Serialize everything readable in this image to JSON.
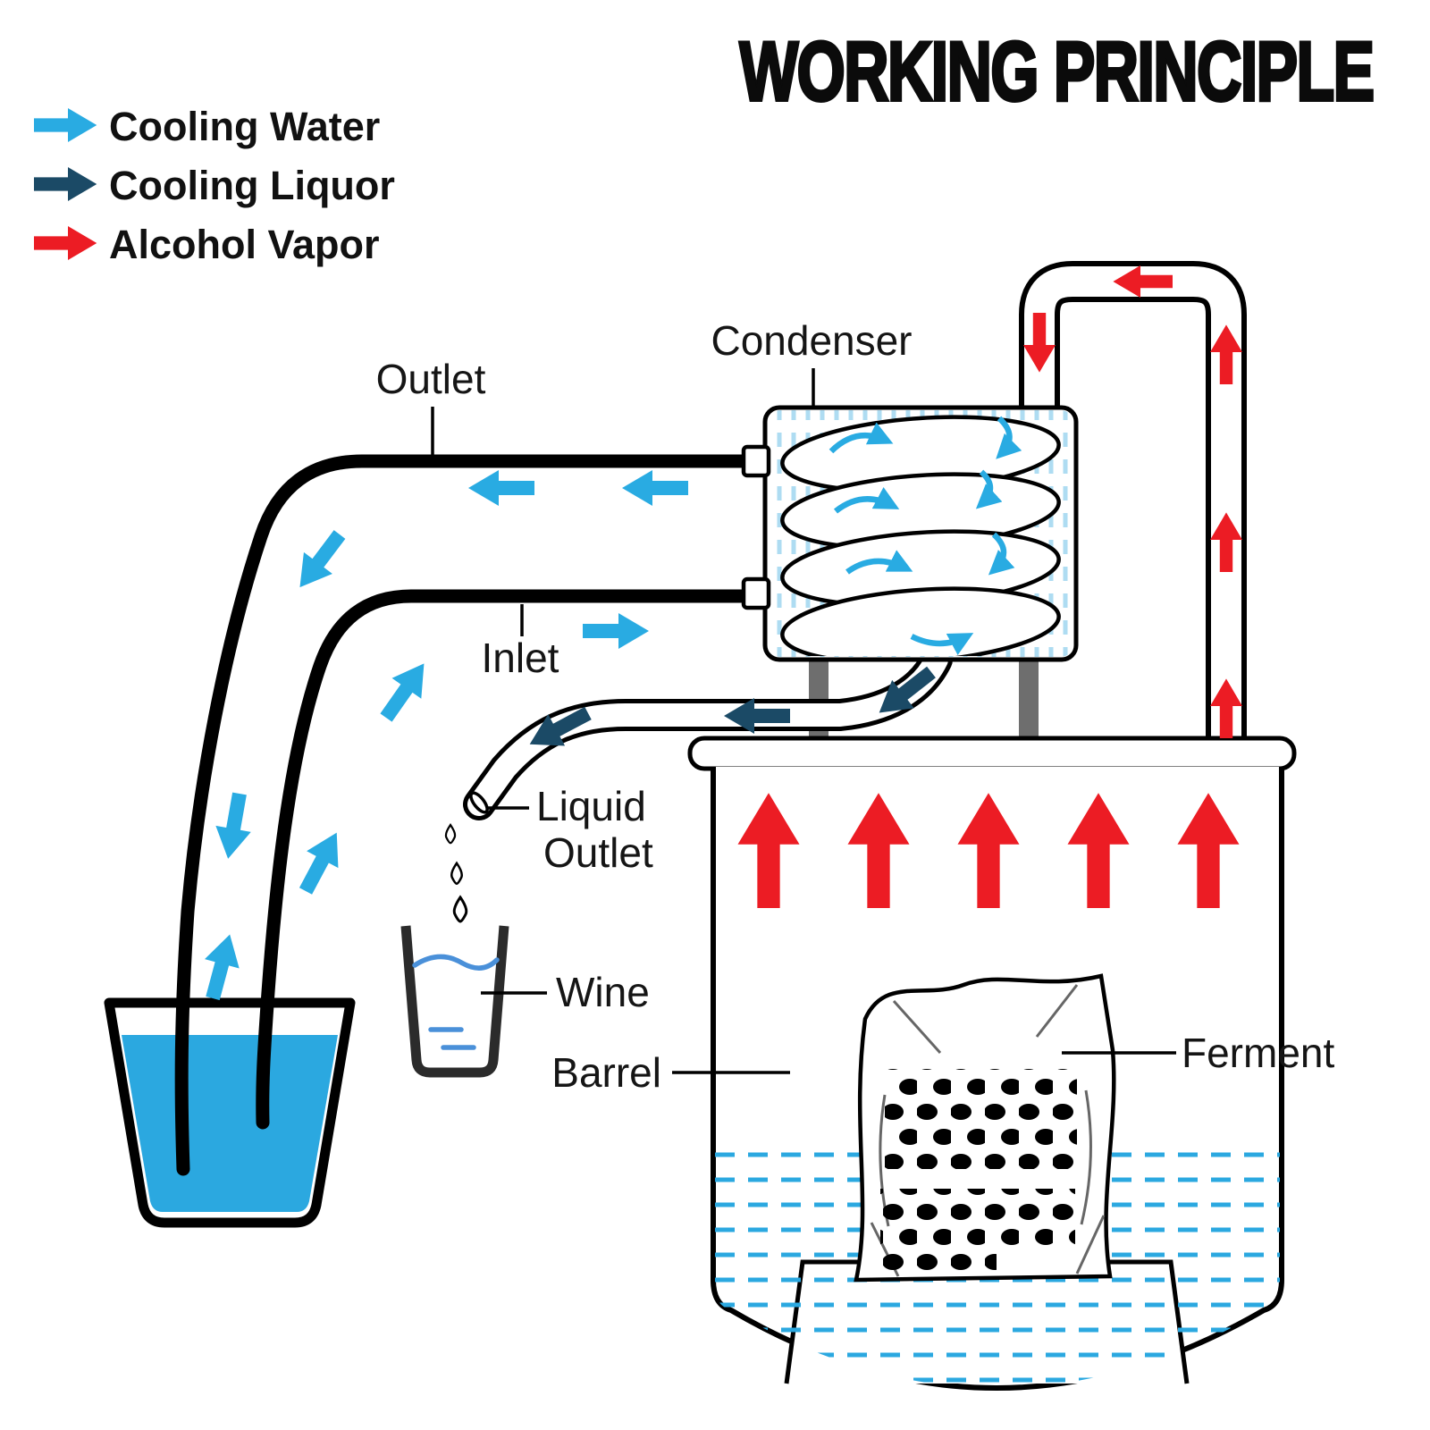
{
  "title": "WORKING PRINCIPLE",
  "legend": {
    "items": [
      {
        "label": "Cooling Water",
        "color": "#29ABE2"
      },
      {
        "label": "Cooling Liquor",
        "color": "#1B4A66"
      },
      {
        "label": "Alcohol Vapor",
        "color": "#EC1C24"
      }
    ]
  },
  "labels": {
    "condenser": "Condenser",
    "outlet": "Outlet",
    "inlet": "Inlet",
    "liquid_outlet_line1": "Liquid",
    "liquid_outlet_line2": "Outlet",
    "wine": "Wine",
    "barrel": "Barrel",
    "ferment": "Ferment"
  },
  "colors": {
    "cooling_water": "#29ABE2",
    "cooling_liquor": "#1B4A66",
    "alcohol_vapor": "#EC1C24",
    "water": "#2BA8E0",
    "wine_water": "#4A90D9",
    "condenser_hatch": "#AEDCF2",
    "outline": "#000000"
  }
}
